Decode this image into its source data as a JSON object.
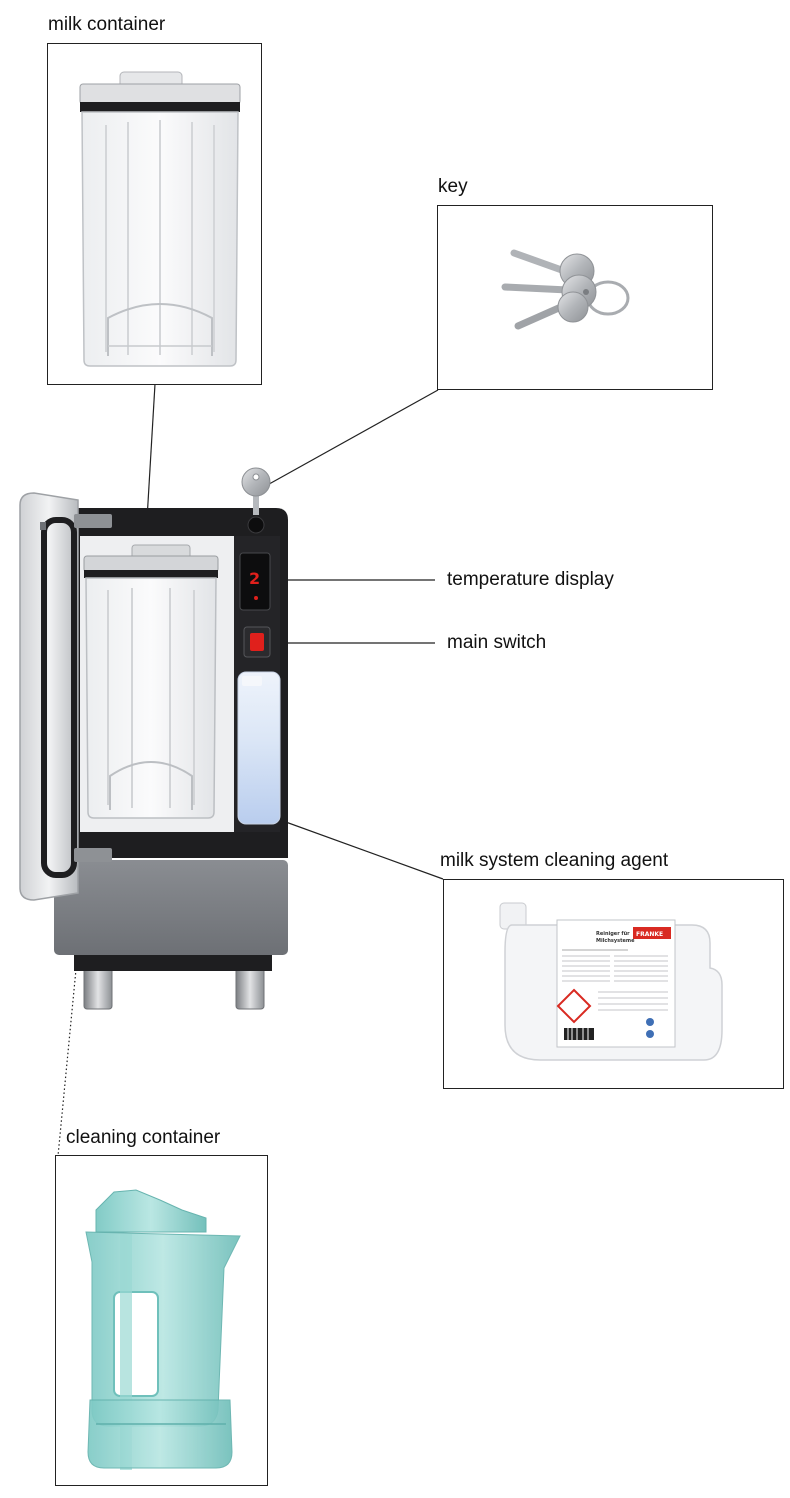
{
  "labels": {
    "milk_container": "milk container",
    "key": "key",
    "temperature_display": "temperature display",
    "main_switch": "main switch",
    "milk_system_cleaning_agent": "milk system cleaning agent",
    "cleaning_container": "cleaning container"
  },
  "product_label": {
    "title_line1": "Reiniger für",
    "title_line2": "Milchsysteme",
    "brand": "FRANKE"
  },
  "colors": {
    "line": "#222222",
    "cleaning_container": "#8fd3cf",
    "display_red": "#e0201c",
    "cabinet_dark": "#1e1e20"
  }
}
